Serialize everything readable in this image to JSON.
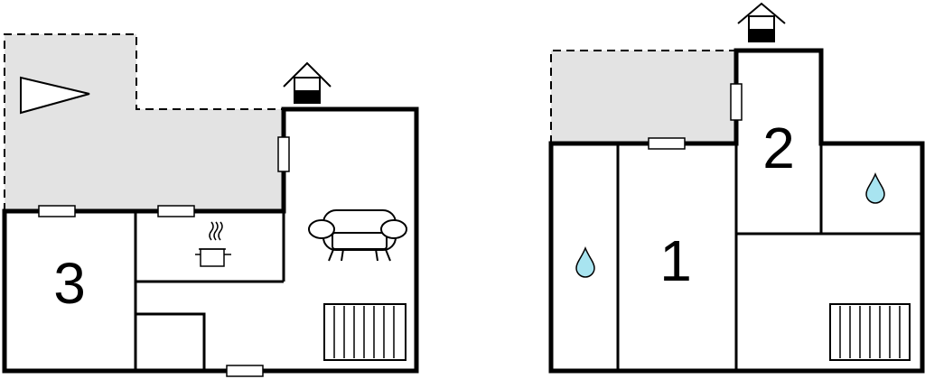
{
  "colors": {
    "wall": "#000000",
    "terrace_fill": "#e3e3e3",
    "water_drop": "#a8e4f0",
    "background": "#ffffff"
  },
  "left_plan": {
    "room_numbers": {
      "bedroom": "3"
    },
    "icons": [
      "terrace-area",
      "triangle-pointer-icon",
      "house-entrance-icon",
      "cooking-pot-icon",
      "sofa-icon",
      "radiator-icon",
      "window-icon"
    ]
  },
  "right_plan": {
    "room_numbers": {
      "room_1": "1",
      "room_2": "2"
    },
    "icons": [
      "terrace-area",
      "house-entrance-icon",
      "water-drop-icon",
      "radiator-icon",
      "window-icon"
    ]
  }
}
